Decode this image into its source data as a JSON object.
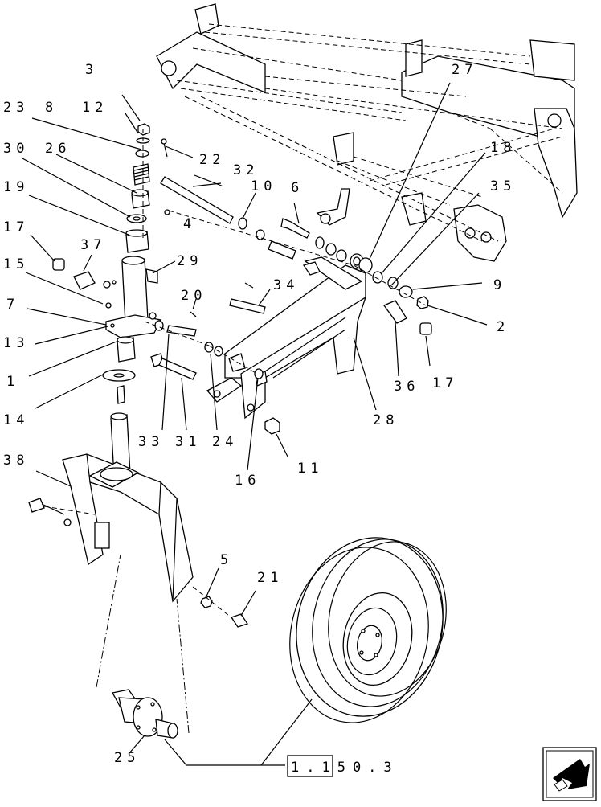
{
  "diagram": {
    "callouts": [
      "3",
      "12",
      "23",
      "8",
      "30",
      "26",
      "19",
      "17",
      "37",
      "15",
      "7",
      "13",
      "1",
      "14",
      "38",
      "22",
      "32",
      "10",
      "6",
      "4",
      "29",
      "20",
      "34",
      "33",
      "31",
      "24",
      "16",
      "11",
      "27",
      "18",
      "35",
      "9",
      "2",
      "36",
      "17",
      "28",
      "5",
      "21",
      "25"
    ],
    "reference_box": "1.150.3",
    "nav_icon": "back-arrow-icon"
  }
}
